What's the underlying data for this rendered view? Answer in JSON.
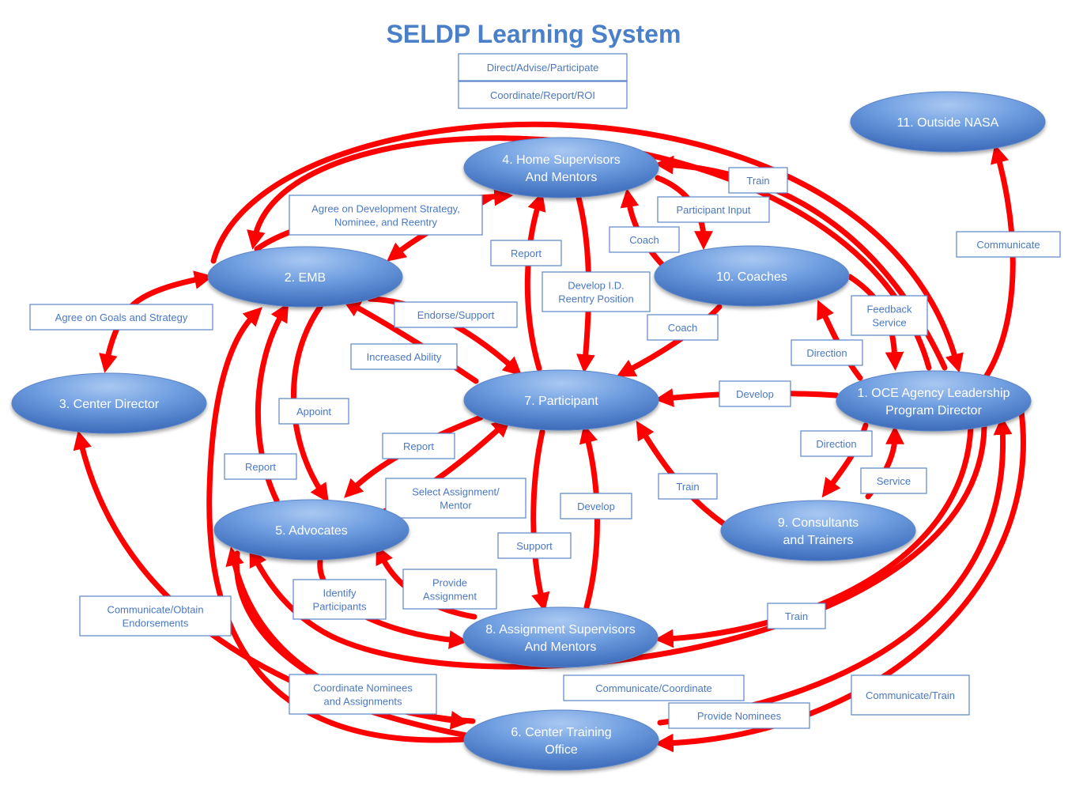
{
  "title": "SELDP Learning System",
  "colors": {
    "arrow": "#ff0000",
    "node_light": "#8fb4ea",
    "node_dark": "#3f6fc0",
    "label_text": "#4a78c2",
    "label_border": "#5b85c8",
    "title": "#4a7fc9"
  },
  "nodes": [
    {
      "id": "n1",
      "lines": [
        "1. OCE Agency Leadership",
        "Program Director"
      ]
    },
    {
      "id": "n2",
      "lines": [
        "2. EMB"
      ]
    },
    {
      "id": "n3",
      "lines": [
        "3. Center Director"
      ]
    },
    {
      "id": "n4",
      "lines": [
        "4. Home Supervisors",
        "And Mentors"
      ]
    },
    {
      "id": "n5",
      "lines": [
        "5. Advocates"
      ]
    },
    {
      "id": "n6",
      "lines": [
        "6. Center Training",
        "Office"
      ]
    },
    {
      "id": "n7",
      "lines": [
        "7. Participant"
      ]
    },
    {
      "id": "n8",
      "lines": [
        "8. Assignment Supervisors",
        "And Mentors"
      ]
    },
    {
      "id": "n9",
      "lines": [
        "9. Consultants",
        "and Trainers"
      ]
    },
    {
      "id": "n10",
      "lines": [
        "10. Coaches"
      ]
    },
    {
      "id": "n11",
      "lines": [
        "11. Outside NASA"
      ]
    }
  ],
  "labels": [
    {
      "id": "l1",
      "lines": [
        "Direct/Advise/Participate"
      ]
    },
    {
      "id": "l2",
      "lines": [
        "Coordinate/Report/ROI"
      ]
    },
    {
      "id": "l3",
      "lines": [
        "Train"
      ]
    },
    {
      "id": "l4",
      "lines": [
        "Agree on Development Strategy,",
        "Nominee, and Reentry"
      ]
    },
    {
      "id": "l5",
      "lines": [
        "Participant Input"
      ]
    },
    {
      "id": "l6",
      "lines": [
        "Coach"
      ]
    },
    {
      "id": "l7",
      "lines": [
        "Report"
      ]
    },
    {
      "id": "l8",
      "lines": [
        "Communicate"
      ]
    },
    {
      "id": "l9",
      "lines": [
        "Develop I.D.",
        "Reentry Position"
      ]
    },
    {
      "id": "l10",
      "lines": [
        "Feedback",
        "Service"
      ]
    },
    {
      "id": "l11",
      "lines": [
        "Agree on Goals and Strategy"
      ]
    },
    {
      "id": "l12",
      "lines": [
        "Endorse/Support"
      ]
    },
    {
      "id": "l13",
      "lines": [
        "Coach"
      ]
    },
    {
      "id": "l14",
      "lines": [
        "Direction"
      ]
    },
    {
      "id": "l15",
      "lines": [
        "Increased Ability"
      ]
    },
    {
      "id": "l16",
      "lines": [
        "Develop"
      ]
    },
    {
      "id": "l17",
      "lines": [
        "Appoint"
      ]
    },
    {
      "id": "l18",
      "lines": [
        "Direction"
      ]
    },
    {
      "id": "l19",
      "lines": [
        "Report"
      ]
    },
    {
      "id": "l20",
      "lines": [
        "Report"
      ]
    },
    {
      "id": "l21",
      "lines": [
        "Service"
      ]
    },
    {
      "id": "l22",
      "lines": [
        "Select Assignment/",
        "Mentor"
      ]
    },
    {
      "id": "l23",
      "lines": [
        "Train"
      ]
    },
    {
      "id": "l24",
      "lines": [
        "Develop"
      ]
    },
    {
      "id": "l25",
      "lines": [
        "Support"
      ]
    },
    {
      "id": "l26",
      "lines": [
        "Provide",
        "Assignment"
      ]
    },
    {
      "id": "l27",
      "lines": [
        "Identify",
        "Participants"
      ]
    },
    {
      "id": "l28",
      "lines": [
        "Communicate/Obtain",
        "Endorsements"
      ]
    },
    {
      "id": "l29",
      "lines": [
        "Train"
      ]
    },
    {
      "id": "l30",
      "lines": [
        "Communicate/Coordinate"
      ]
    },
    {
      "id": "l31",
      "lines": [
        "Coordinate Nominees",
        "and Assignments"
      ]
    },
    {
      "id": "l32",
      "lines": [
        "Communicate/Train"
      ]
    },
    {
      "id": "l33",
      "lines": [
        "Provide Nominees"
      ]
    }
  ]
}
